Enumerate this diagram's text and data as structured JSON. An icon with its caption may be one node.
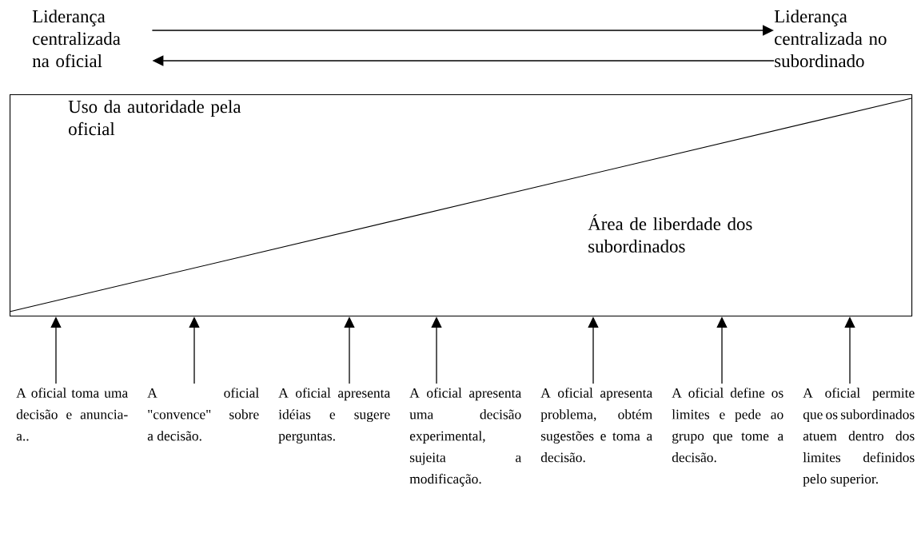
{
  "diagram": {
    "nodes": [
      {
        "text": [
          "Liderança centralizada na oficial"
        ]
      },
      {
        "text": [
          "Liderança centralizada no subordinado"
        ]
      },
      {
        "text": [
          "Uso da autoridade pela oficial",
          "Área de liberdade dos subordinados"
        ]
      },
      {
        "text": [
          "A oficial toma uma decisão e anuncia-a.."
        ]
      },
      {
        "text": [
          "A oficial \"convence\" sobre a decisão."
        ]
      },
      {
        "text": [
          "A oficial apresenta idéias e sugere perguntas."
        ]
      },
      {
        "text": [
          "A oficial apresenta uma decisão experimental, sujeita a modificação."
        ]
      },
      {
        "text": [
          "A oficial apresenta problema, obtém sugestões e toma a decisão."
        ]
      },
      {
        "text": [
          "A oficial define os limites e pede ao grupo que tome a decisão."
        ]
      },
      {
        "text": [
          "A oficial permite que os subordinados atuem dentro dos limites definidos pelo superior."
        ]
      }
    ],
    "edges": [
      {
        "from": 0,
        "to": 1,
        "arrow": "to"
      },
      {
        "from": 1,
        "to": 0,
        "arrow": "to"
      },
      {
        "from": 3,
        "to": 2,
        "arrow": "to"
      },
      {
        "from": 4,
        "to": 2,
        "arrow": "to"
      },
      {
        "from": 5,
        "to": 2,
        "arrow": "to"
      },
      {
        "from": 6,
        "to": 2,
        "arrow": "to"
      },
      {
        "from": 7,
        "to": 2,
        "arrow": "to"
      },
      {
        "from": 8,
        "to": 2,
        "arrow": "to"
      },
      {
        "from": 9,
        "to": 2,
        "arrow": "to"
      }
    ]
  }
}
